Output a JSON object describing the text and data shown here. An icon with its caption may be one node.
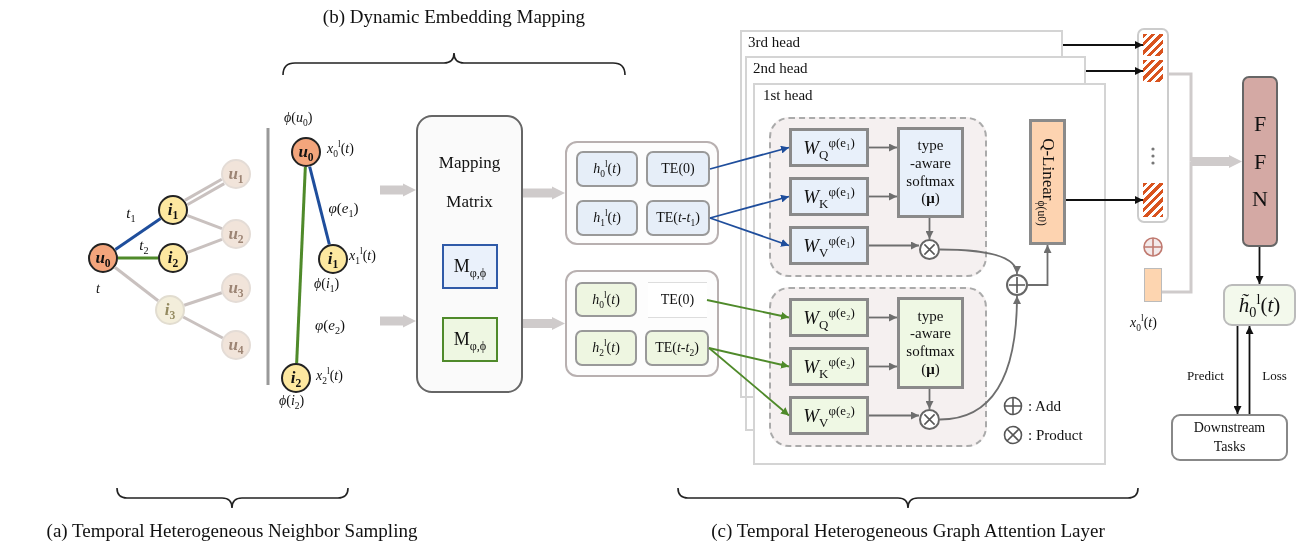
{
  "diagram": {
    "nodes": [
      {
        "text": [
          "*u*$_{0}$"
        ],
        "beside": [
          "t"
        ]
      },
      {
        "text": [
          "*i*$_{1}$"
        ]
      },
      {
        "text": [
          "*i*$_{2}$"
        ]
      },
      {
        "text": [
          "*i*$_{3}$"
        ]
      },
      {
        "text": [
          "*u*$_{1}$"
        ]
      },
      {
        "text": [
          "*u*$_{2}$"
        ]
      },
      {
        "text": [
          "*u*$_{3}$"
        ]
      },
      {
        "text": [
          "*u*$_{4}$"
        ]
      },
      {
        "text": [
          "*u*$_{0}$"
        ],
        "beside": [
          "*ϕ*(*u*$_{0}$)",
          "*x*$_{0}$$^{l}$(*t*)"
        ]
      },
      {
        "text": [
          "*i*$_{1}$"
        ],
        "beside": [
          "*x*$_{1}$$^{l}$(*t*)",
          "*ϕ*(*i*$_{1}$)"
        ]
      },
      {
        "text": [
          "*i*$_{2}$"
        ],
        "beside": [
          "*x*$_{2}$$^{l}$(*t*)",
          "*ϕ*(*i*$_{2}$)"
        ]
      },
      {
        "text": [
          "Mapping Matrix"
        ]
      },
      {
        "text": [
          "M$_{φ,ϕ}$"
        ],
        "in": 11
      },
      {
        "text": [
          "M$_{φ,ϕ}$"
        ],
        "in": 11
      },
      {
        "text": [],
        "shape": "box"
      },
      {
        "text": [
          "*h*$_{0}$$^{l}$(*t*)"
        ],
        "in": 14
      },
      {
        "text": [
          "TE(0)"
        ],
        "in": 14
      },
      {
        "text": [
          "*h*$_{1}$$^{l}$(*t*)"
        ],
        "in": 14
      },
      {
        "text": [
          "TE(*t*-*t*$_{1}$)"
        ],
        "in": 14
      },
      {
        "text": [],
        "shape": "box"
      },
      {
        "text": [
          "*h*$_{0}$$^{l}$(*t*)"
        ],
        "in": 19
      },
      {
        "text": [
          "TE(0)"
        ],
        "in": 19
      },
      {
        "text": [
          "*h*$_{2}$$^{l}$(*t*)"
        ],
        "in": 19
      },
      {
        "text": [
          "TE(*t*-*t*$_{2}$)"
        ],
        "in": 19
      },
      {
        "text": [
          "3rd head"
        ]
      },
      {
        "text": [
          "2nd head"
        ]
      },
      {
        "text": [
          "1st head"
        ]
      },
      {
        "text": [],
        "shape": "box",
        "in": 26
      },
      {
        "text": [
          "*W*$_{Q}$$^{φ(e₁)}$"
        ],
        "in": 27
      },
      {
        "text": [
          "*W*$_{K}$$^{φ(e₁)}$"
        ],
        "in": 27
      },
      {
        "text": [
          "*W*$_{V}$$^{φ(e₁)}$"
        ],
        "in": 27
      },
      {
        "text": [
          "type -aware softmax (**μ**)"
        ],
        "in": 27
      },
      {
        "text": [],
        "shape": "circle",
        "in": 27
      },
      {
        "text": [],
        "shape": "box",
        "in": 26
      },
      {
        "text": [
          "*W*$_{Q}$$^{φ(e₂)}$"
        ],
        "in": 33
      },
      {
        "text": [
          "*W*$_{K}$$^{φ(e₂)}$"
        ],
        "in": 33
      },
      {
        "text": [
          "*W*$_{V}$$^{φ(e₂)}$"
        ],
        "in": 33
      },
      {
        "text": [
          "type -aware softmax (**μ**)"
        ],
        "in": 33
      },
      {
        "text": [],
        "shape": "circle",
        "in": 33
      },
      {
        "text": [],
        "shape": "circle",
        "in": 26
      },
      {
        "text": [
          "Q-Linear$_{ϕ(u0)}$"
        ],
        "in": 26
      },
      {
        "text": [],
        "shape": "box"
      },
      {
        "text": [],
        "shape": "bar",
        "in": 41
      },
      {
        "text": [],
        "shape": "bar",
        "in": 41
      },
      {
        "text": [],
        "shape": "bar",
        "in": 41
      },
      {
        "text": [],
        "shape": "bar",
        "beside": [
          "*x*$_{0}$$^{l}$(*t*)"
        ]
      },
      {
        "text": [
          "F F N"
        ]
      },
      {
        "text": [
          "*h̃*$_{0}$$^{l}$(*t*)"
        ]
      },
      {
        "text": [
          "Downstream Tasks"
        ]
      }
    ],
    "edges": [
      {
        "from": 0,
        "to": 1,
        "arrow": "none",
        "label": "*t*$_{1}$",
        "color": "#1f4e9c"
      },
      {
        "from": 0,
        "to": 2,
        "arrow": "none",
        "label": "*t*$_{2}$",
        "color": "#4f8a2a"
      },
      {
        "from": 0,
        "to": 3,
        "arrow": "none",
        "color": "#c9c1bf"
      },
      {
        "from": 1,
        "to": 4,
        "arrow": "none",
        "color": "#c9c1bf"
      },
      {
        "from": 1,
        "to": 4,
        "arrow": "none",
        "color": "#c9c1bf"
      },
      {
        "from": 1,
        "to": 5,
        "arrow": "none",
        "color": "#c9c1bf"
      },
      {
        "from": 2,
        "to": 5,
        "arrow": "none",
        "color": "#c9c1bf"
      },
      {
        "from": 3,
        "to": 6,
        "arrow": "none",
        "color": "#c9c1bf"
      },
      {
        "from": 3,
        "to": 7,
        "arrow": "none",
        "color": "#c9c1bf"
      },
      {
        "from": 8,
        "to": 9,
        "arrow": "none",
        "label": "*φ*(*e*$_{1}$)",
        "color": "#1f4e9c"
      },
      {
        "from": 8,
        "to": 10,
        "arrow": "none",
        "label": "*φ*(*e*$_{2}$)",
        "color": "#4f8a2a"
      },
      {
        "from": null,
        "to": 11,
        "arrow": "to",
        "style": "thick",
        "color": "#cfcbcb"
      },
      {
        "from": null,
        "to": 11,
        "arrow": "to",
        "style": "thick",
        "color": "#cfcbcb"
      },
      {
        "from": 11,
        "to": 14,
        "arrow": "to",
        "style": "thick",
        "color": "#cfcbcb"
      },
      {
        "from": 11,
        "to": 19,
        "arrow": "to",
        "style": "thick",
        "color": "#cfcbcb"
      },
      {
        "from": 16,
        "to": 28,
        "arrow": "to",
        "color": "#1f4e9c"
      },
      {
        "from": 18,
        "to": 29,
        "arrow": "to",
        "color": "#1f4e9c"
      },
      {
        "from": 18,
        "to": 30,
        "arrow": "to",
        "color": "#1f4e9c"
      },
      {
        "from": 21,
        "to": 34,
        "arrow": "to",
        "color": "#4f8a2a"
      },
      {
        "from": 23,
        "to": 35,
        "arrow": "to",
        "color": "#4f8a2a"
      },
      {
        "from": 23,
        "to": 36,
        "arrow": "to",
        "color": "#4f8a2a"
      },
      {
        "from": 28,
        "to": 31,
        "arrow": "to"
      },
      {
        "from": 29,
        "to": 31,
        "arrow": "to"
      },
      {
        "from": 31,
        "to": 32,
        "arrow": "to"
      },
      {
        "from": 30,
        "to": 32,
        "arrow": "to"
      },
      {
        "from": 32,
        "to": 39,
        "arrow": "to"
      },
      {
        "from": 34,
        "to": 37,
        "arrow": "to"
      },
      {
        "from": 35,
        "to": 37,
        "arrow": "to"
      },
      {
        "from": 37,
        "to": 38,
        "arrow": "to"
      },
      {
        "from": 36,
        "to": 38,
        "arrow": "to"
      },
      {
        "from": 38,
        "to": 39,
        "arrow": "to"
      },
      {
        "from": 39,
        "to": 40,
        "arrow": "to"
      },
      {
        "from": 24,
        "to": 42,
        "arrow": "to",
        "color": "#111111"
      },
      {
        "from": 25,
        "to": 43,
        "arrow": "to",
        "color": "#111111"
      },
      {
        "from": 40,
        "to": 44,
        "arrow": "to",
        "color": "#111111"
      },
      {
        "from": 41,
        "to": 46,
        "arrow": "to",
        "color": "#cfcbcb"
      },
      {
        "from": 45,
        "to": 46,
        "arrow": "to",
        "color": "#cfcbcb"
      },
      {
        "from": 46,
        "to": 47,
        "arrow": "to",
        "color": "#111111"
      },
      {
        "from": 47,
        "to": 48,
        "arrow": "to",
        "label": "Predict",
        "color": "#111111"
      },
      {
        "from": 48,
        "to": 47,
        "arrow": "to",
        "label": "Loss",
        "color": "#111111"
      }
    ],
    "labels": [
      "(b) Dynamic Embedding Mapping",
      "(a) Temporal Heterogeneous Neighbor Sampling",
      "(c) Temporal Heterogeneous Graph Attention Layer"
    ],
    "legend": [
      {
        "text": ": Add"
      },
      {
        "text": ": Product"
      }
    ]
  }
}
